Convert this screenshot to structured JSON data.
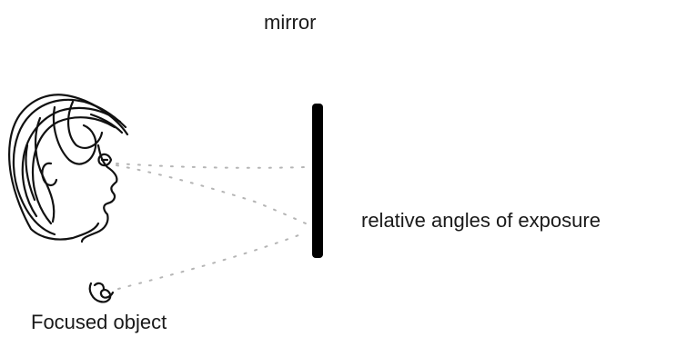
{
  "labels": {
    "mirror": "mirror",
    "angles": "relative angles of exposure",
    "object": "Focused object"
  },
  "icons": {
    "head": "head-sketch-icon",
    "object": "object-icon"
  },
  "colors": {
    "ink": "#111111",
    "mirror": "#000000",
    "dotted_line": "#b5b5b5"
  }
}
